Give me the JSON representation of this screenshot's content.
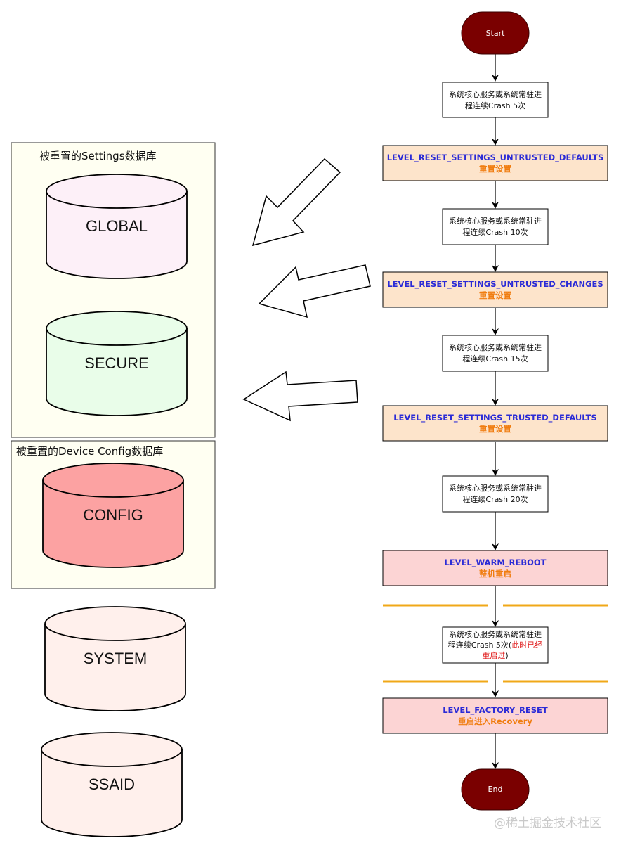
{
  "colors": {
    "terminal": "#7a0000",
    "level_reset": "#fde4cb",
    "level_reboot": "#fcd4d4",
    "group_bg": "#fffff2",
    "db_global": "#fdf0f8",
    "db_secure": "#e9fde9",
    "db_config": "#fca2a2",
    "db_system": "#fff0ec",
    "db_ssaid": "#fff0ec",
    "separator": "#f0a818"
  },
  "groups": {
    "settings_db": "被重置的Settings数据库",
    "device_config_db": "被重置的Device Config数据库"
  },
  "databases": {
    "global": "GLOBAL",
    "secure": "SECURE",
    "config": "CONFIG",
    "system": "SYSTEM",
    "ssaid": "SSAID"
  },
  "flow": {
    "start": "Start",
    "end": "End",
    "crash_5": [
      "系统核心服务或系统常驻进",
      "程连续Crash 5次"
    ],
    "level_1": {
      "title": "LEVEL_RESET_SETTINGS_UNTRUSTED_DEFAULTS",
      "sub": "重置设置"
    },
    "crash_10": [
      "系统核心服务或系统常驻进",
      "程连续Crash 10次"
    ],
    "level_2": {
      "title": "LEVEL_RESET_SETTINGS_UNTRUSTED_CHANGES",
      "sub": "重置设置"
    },
    "crash_15": [
      "系统核心服务或系统常驻进",
      "程连续Crash 15次"
    ],
    "level_3": {
      "title": "LEVEL_RESET_SETTINGS_TRUSTED_DEFAULTS",
      "sub": "重置设置"
    },
    "crash_20": [
      "系统核心服务或系统常驻进",
      "程连续Crash 20次"
    ],
    "level_4": {
      "title": "LEVEL_WARM_REBOOT",
      "sub": "整机重启"
    },
    "crash_5_after": {
      "line1": "系统核心服务或系统常驻进",
      "line2_black": "程连续Crash 5次(",
      "line2_red": "此时已经",
      "line3_red": "重启过",
      "line3_black": ")"
    },
    "level_5": {
      "title": "LEVEL_FACTORY_RESET",
      "sub": "重启进入Recovery"
    }
  },
  "watermark": "@稀土掘金技术社区"
}
